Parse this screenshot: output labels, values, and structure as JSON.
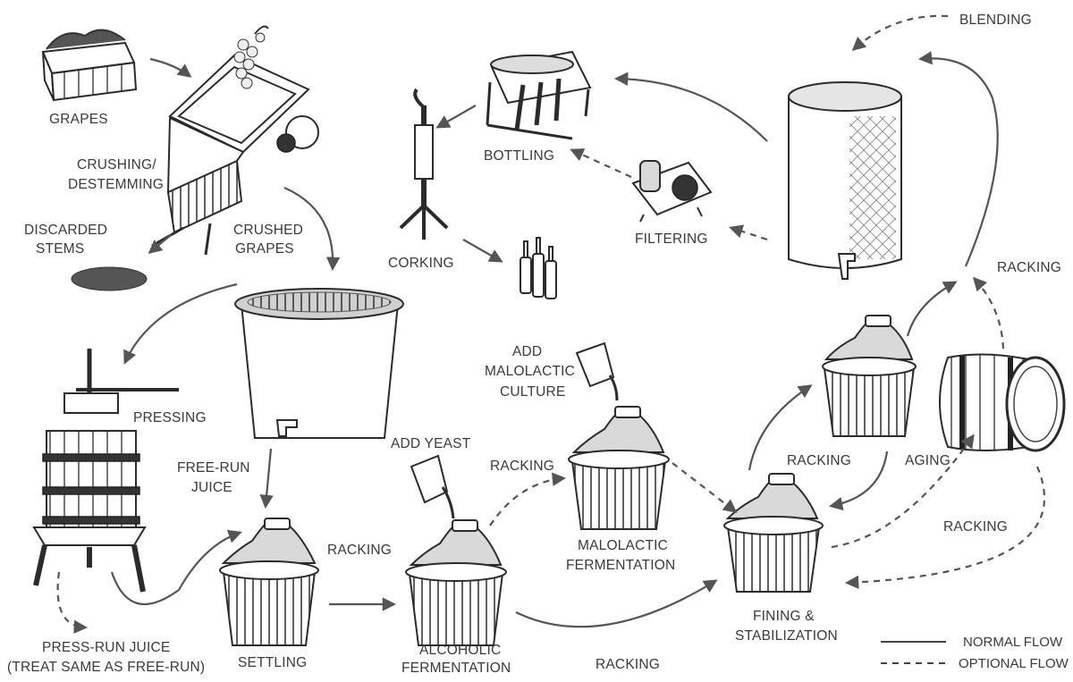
{
  "labels": {
    "grapes": "GRAPES",
    "crushing_1": "CRUSHING/",
    "crushing_2": "DESTEMMING",
    "discarded_1": "DISCARDED",
    "discarded_2": "STEMS",
    "crushed_1": "CRUSHED",
    "crushed_2": "GRAPES",
    "pressing": "PRESSING",
    "free_run_1": "FREE-RUN",
    "free_run_2": "JUICE",
    "press_run_1": "PRESS-RUN JUICE",
    "press_run_2": "(TREAT SAME AS FREE-RUN)",
    "settling": "SETTLING",
    "racking_settling": "RACKING",
    "add_yeast": "ADD YEAST",
    "alcoholic_1": "ALCOHOLIC",
    "alcoholic_2": "FERMENTATION",
    "racking_alcoholic": "RACKING",
    "racking_bottom": "RACKING",
    "add_malo_1": "ADD",
    "add_malo_2": "MALOLACTIC",
    "add_malo_3": "CULTURE",
    "malo_1": "MALOLACTIC",
    "malo_2": "FERMENTATION",
    "fining_1": "FINING &",
    "fining_2": "STABILIZATION",
    "racking_fining": "RACKING",
    "aging": "AGING",
    "racking_aging": "RACKING",
    "racking_tank": "RACKING",
    "blending": "BLENDING",
    "filtering": "FILTERING",
    "bottling": "BOTTLING",
    "corking": "CORKING"
  },
  "legend": {
    "normal": "NORMAL FLOW",
    "optional": "OPTIONAL FLOW"
  }
}
